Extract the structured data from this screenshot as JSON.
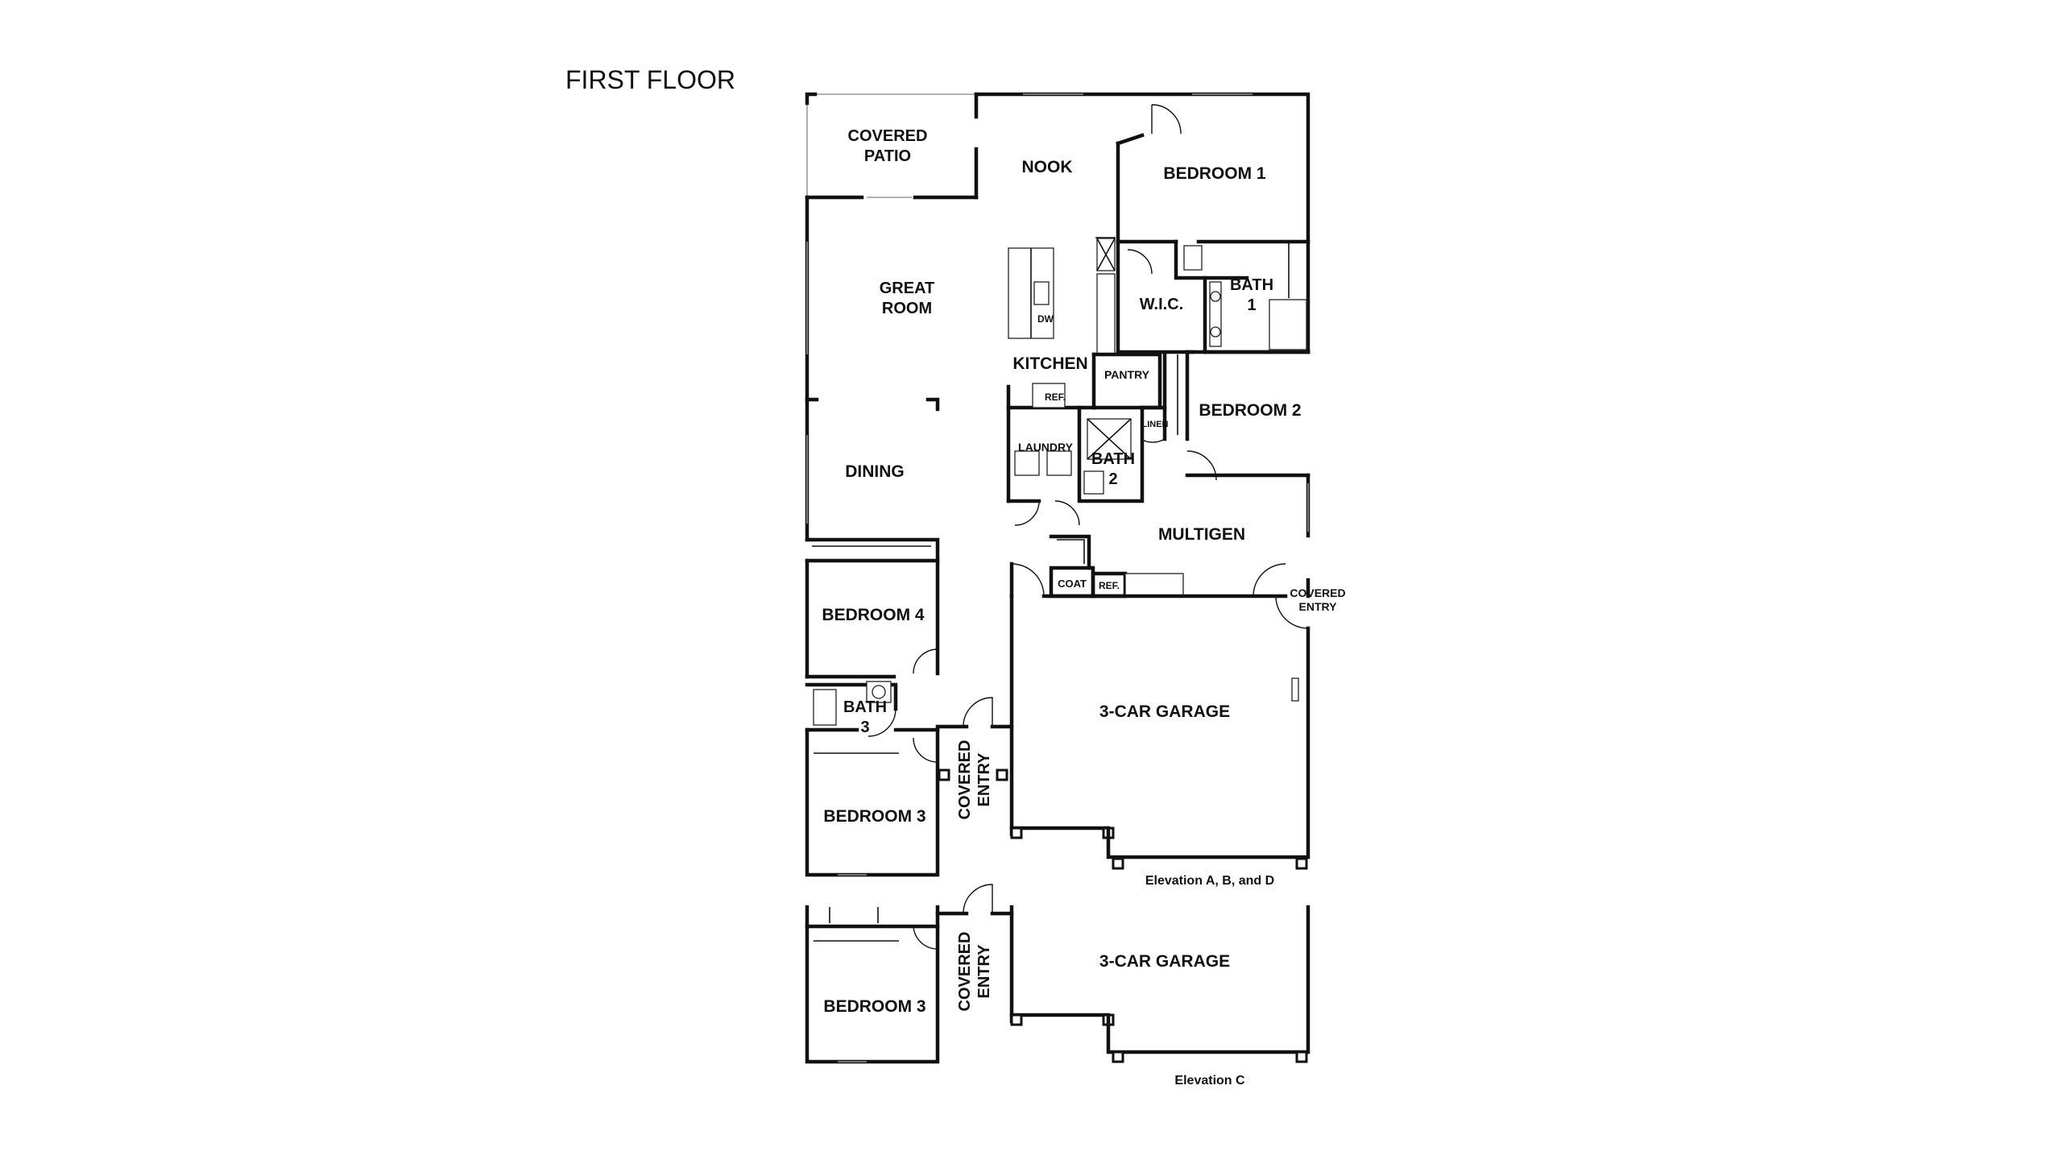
{
  "title": "FIRST FLOOR",
  "rooms": {
    "covered_patio": "COVERED PATIO",
    "nook": "NOOK",
    "bedroom1": "BEDROOM 1",
    "great_room": "GREAT ROOM",
    "wic": "W.I.C.",
    "bath1": "BATH 1",
    "dw": "DW",
    "kitchen": "KITCHEN",
    "pantry": "PANTRY",
    "ref_kitchen": "REF.",
    "bedroom2": "BEDROOM 2",
    "linen": "LINEN",
    "laundry": "LAUNDRY",
    "bath2": "BATH 2",
    "dining": "DINING",
    "multigen": "MULTIGEN",
    "coat": "COAT",
    "ref_multigen": "REF.",
    "covered_entry_side": "COVERED ENTRY",
    "bedroom4": "BEDROOM 4",
    "garage_main": "3-CAR GARAGE",
    "bath3": "BATH 3",
    "covered_entry_front": "COVERED ENTRY",
    "bedroom3": "BEDROOM 3"
  },
  "elevation_c": {
    "bedroom3": "BEDROOM 3",
    "covered_entry": "COVERED ENTRY",
    "garage": "3-CAR GARAGE"
  },
  "captions": {
    "elevation_abd": "Elevation A, B, and D",
    "elevation_c": "Elevation C"
  },
  "colors": {
    "walls": "#111111",
    "background": "#ffffff",
    "windows": "#999999"
  }
}
